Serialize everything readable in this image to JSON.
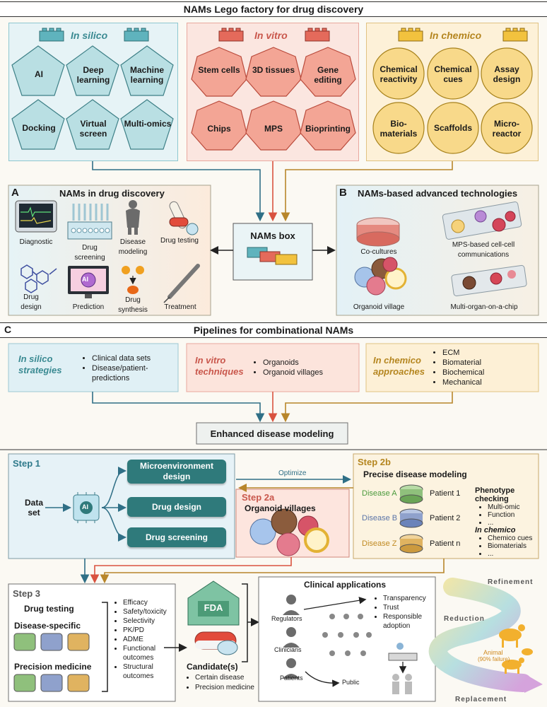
{
  "top_title": "NAMs Lego factory for drug discovery",
  "in_silico": {
    "title": "In silico",
    "items": [
      "AI",
      "Deep learning",
      "Machine learning",
      "Docking",
      "Virtual screen",
      "Multi-omics"
    ]
  },
  "in_vitro": {
    "title": "In vitro",
    "items": [
      "Stem cells",
      "3D tissues",
      "Gene editing",
      "Chips",
      "MPS",
      "Bioprinting"
    ]
  },
  "in_chemico": {
    "title": "In chemico",
    "items": [
      "Chemical reactivity",
      "Chemical cues",
      "Assay design",
      "Bio-materials",
      "Scaffolds",
      "Micro-reactor"
    ]
  },
  "panel_a": {
    "letter": "A",
    "title": "NAMs in drug discovery",
    "items": [
      "Diagnostic",
      "Drug screening",
      "Disease modeling",
      "Drug testing",
      "Drug design",
      "Prediction",
      "Drug synthesis",
      "Treatment"
    ],
    "monitor_label": "AI"
  },
  "nams_box": "NAMs box",
  "panel_b": {
    "letter": "B",
    "title": "NAMs-based advanced technologies",
    "items": [
      "Co-cultures",
      "MPS-based cell-cell communications",
      "Organoid village",
      "Multi-organ-on-a-chip"
    ]
  },
  "section_c": {
    "letter": "C",
    "title": "Pipelines for combinational NAMs"
  },
  "strategies": {
    "silico": {
      "title": "In silico strategies",
      "bullets": [
        "Clinical data sets",
        "Disease/patient-predictions"
      ]
    },
    "vitro": {
      "title": "In vitro techniques",
      "bullets": [
        "Organoids",
        "Organoid villages"
      ]
    },
    "chemico": {
      "title": "In chemico approaches",
      "bullets": [
        "ECM",
        "Biomaterial",
        "Biochemical",
        "Mechanical"
      ]
    }
  },
  "enhanced": "Enhanced disease modeling",
  "step1": {
    "label": "Step 1",
    "dataset": "Data set",
    "ai": "AI",
    "pills": [
      "Microenvironment design",
      "Drug design",
      "Drug screening"
    ]
  },
  "optimize": "Optimize",
  "step2a": {
    "label": "Step 2a",
    "title": "Organoid villages"
  },
  "step2b": {
    "label": "Step 2b",
    "title": "Precise disease modeling",
    "diseases": [
      {
        "name": "Disease A",
        "patient": "Patient 1",
        "color": "#4a9a3c"
      },
      {
        "name": "Disease B",
        "patient": "Patient 2",
        "color": "#5a74a8"
      },
      {
        "name": "Disease Z",
        "patient": "Patient n",
        "color": "#c08a22"
      }
    ],
    "phenotype_title": "Phenotype checking",
    "phenotype_items": [
      "Multi-omic",
      "Function",
      "..."
    ],
    "chemico_title": "In chemico",
    "chemico_items": [
      "Chemico cues",
      "Biomaterials",
      "..."
    ]
  },
  "step3": {
    "label": "Step 3",
    "title": "Drug testing",
    "groups": [
      "Disease-specific",
      "Precision medicine"
    ],
    "bullets": [
      "Efficacy",
      "Safety/toxicity",
      "Selectivity",
      "PK/PD",
      "ADME",
      "Functional outcomes",
      "Structural outcomes"
    ]
  },
  "fda": "FDA",
  "candidates": {
    "title": "Candidate(s)",
    "bullets": [
      "Certain disease",
      "Precision medicine"
    ]
  },
  "clinical": {
    "title": "Clinical applications",
    "roles": [
      "Regulators",
      "Clinicians",
      "Patients"
    ],
    "bullets": [
      "Transparency",
      "Trust",
      "Responsible adoption"
    ],
    "public": "Public"
  },
  "three_r": {
    "refinement": "Refinement",
    "reduction": "Reduction",
    "replacement": "Replacement",
    "animal": "Animal",
    "animal_note": "(90% failure)"
  },
  "colors": {
    "silico": "#3a8a92",
    "vitro": "#c9574c",
    "chemico": "#b58620",
    "teal_pill": "#2f7a7b"
  }
}
